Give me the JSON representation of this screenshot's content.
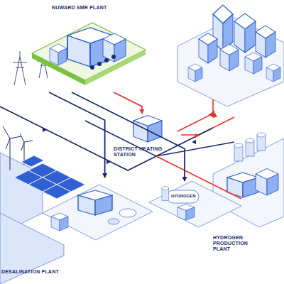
{
  "diagram": {
    "nodes": [
      {
        "text": [
          "NUWARD SMR PLANT"
        ]
      },
      {
        "text": [
          "DISTRICT HEATING STATION"
        ]
      },
      {
        "text": [
          "HYDROGEN PRODUCTION PLANT"
        ]
      },
      {
        "text": [
          "DESALINATION PLANT"
        ]
      }
    ],
    "edges": [
      {
        "from": 0,
        "to": 1,
        "arrow": "to"
      },
      {
        "from": 0,
        "to": 2,
        "arrow": "to"
      },
      {
        "from": 0,
        "to": 3,
        "arrow": "to"
      }
    ],
    "labels": [
      "nuward smr",
      "HYDROGEN"
    ]
  }
}
